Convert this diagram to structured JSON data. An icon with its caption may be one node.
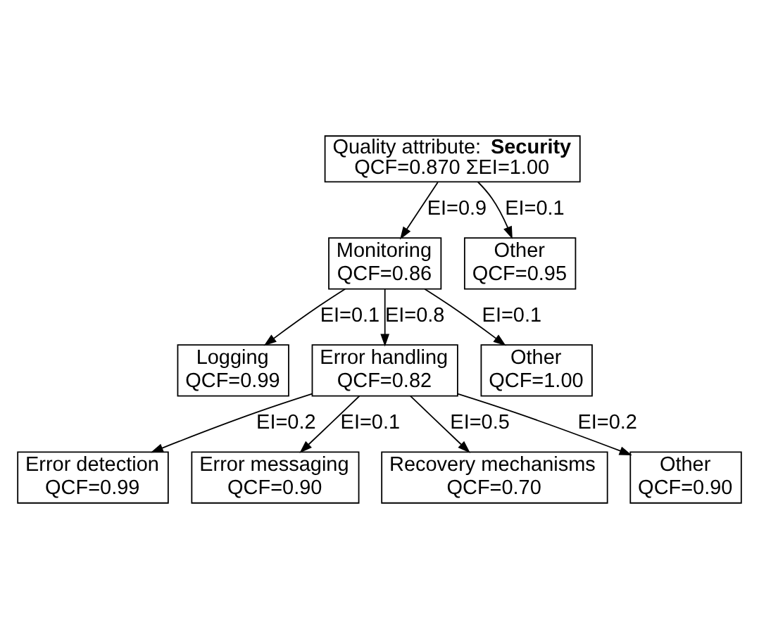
{
  "diagram": {
    "nodes": [
      {
        "text": [
          "Quality attribute: **Security**",
          "QCF=0.870 ΣEI=1.00"
        ]
      },
      {
        "text": [
          "Monitoring",
          "QCF=0.86"
        ]
      },
      {
        "text": [
          "Other",
          "QCF=0.95"
        ]
      },
      {
        "text": [
          "Logging",
          "QCF=0.99"
        ]
      },
      {
        "text": [
          "Error handling",
          "QCF=0.82"
        ]
      },
      {
        "text": [
          "Other",
          "QCF=1.00"
        ]
      },
      {
        "text": [
          "Error detection",
          "QCF=0.99"
        ]
      },
      {
        "text": [
          "Error messaging",
          "QCF=0.90"
        ]
      },
      {
        "text": [
          "Recovery mechanisms",
          "QCF=0.70"
        ]
      },
      {
        "text": [
          "Other",
          "QCF=0.90"
        ]
      }
    ],
    "edges": [
      {
        "from": 0,
        "to": 1,
        "arrow": "to",
        "label": "EI=0.9"
      },
      {
        "from": 0,
        "to": 2,
        "arrow": "to",
        "label": "EI=0.1"
      },
      {
        "from": 1,
        "to": 3,
        "arrow": "to",
        "label": "EI=0.1"
      },
      {
        "from": 1,
        "to": 4,
        "arrow": "to",
        "label": "EI=0.8"
      },
      {
        "from": 1,
        "to": 5,
        "arrow": "to",
        "label": "EI=0.1"
      },
      {
        "from": 4,
        "to": 6,
        "arrow": "to",
        "label": "EI=0.2"
      },
      {
        "from": 4,
        "to": 7,
        "arrow": "to",
        "label": "EI=0.1"
      },
      {
        "from": 4,
        "to": 8,
        "arrow": "to",
        "label": "EI=0.5"
      },
      {
        "from": 4,
        "to": 9,
        "arrow": "to",
        "label": "EI=0.2"
      }
    ]
  }
}
